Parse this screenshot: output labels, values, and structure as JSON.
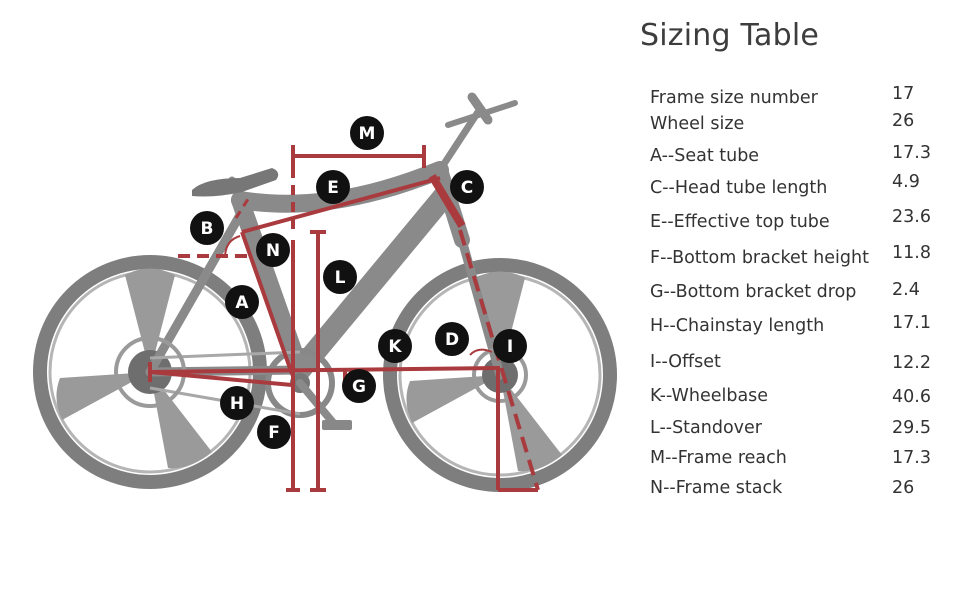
{
  "sizing_table": {
    "title": "Sizing Table",
    "rows": [
      {
        "label": "Frame size number",
        "value": "17"
      },
      {
        "label": "Wheel size",
        "value": "26"
      },
      {
        "label": "A--Seat tube",
        "value": "17.3"
      },
      {
        "label": "C--Head tube length",
        "value": "4.9"
      },
      {
        "label": "E--Effective top tube",
        "value": "23.6"
      },
      {
        "label": "F--Bottom bracket height",
        "value": "11.8"
      },
      {
        "label": "G--Bottom bracket drop",
        "value": "2.4"
      },
      {
        "label": "H--Chainstay length",
        "value": "17.1"
      },
      {
        "label": "I--Offset",
        "value": "12.2"
      },
      {
        "label": "K--Wheelbase",
        "value": "40.6"
      },
      {
        "label": "L--Standover",
        "value": "29.5"
      },
      {
        "label": "M--Frame reach",
        "value": "17.3"
      },
      {
        "label": "N--Frame stack",
        "value": "26"
      }
    ]
  },
  "diagram": {
    "markers": [
      "M",
      "E",
      "C",
      "B",
      "N",
      "L",
      "A",
      "K",
      "D",
      "I",
      "G",
      "H",
      "F"
    ],
    "colors": {
      "measure_line": "#a93a3e",
      "bike": "#8c8c8c",
      "marker_fill": "#111111",
      "marker_text": "#ffffff"
    }
  }
}
